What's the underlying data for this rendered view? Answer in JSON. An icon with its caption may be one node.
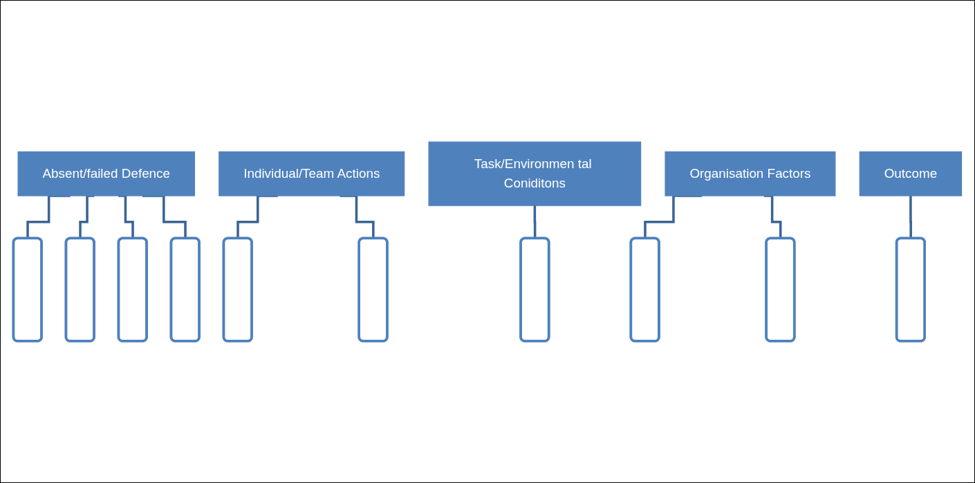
{
  "diagram": {
    "nodes": [
      {
        "text": [
          "Absent/failed Defence"
        ]
      },
      {
        "text": [],
        "shape": "box"
      },
      {
        "text": [],
        "shape": "box"
      },
      {
        "text": [],
        "shape": "box"
      },
      {
        "text": [],
        "shape": "box"
      },
      {
        "text": [
          "Individual/Team Actions"
        ]
      },
      {
        "text": [],
        "shape": "box"
      },
      {
        "text": [],
        "shape": "box"
      },
      {
        "text": [
          "Task/Environmen tal Coniditons"
        ]
      },
      {
        "text": [],
        "shape": "box"
      },
      {
        "text": [
          "Organisation Factors"
        ]
      },
      {
        "text": [],
        "shape": "box"
      },
      {
        "text": [],
        "shape": "box"
      },
      {
        "text": [
          "Outcome"
        ]
      },
      {
        "text": [],
        "shape": "box"
      }
    ],
    "edges": [
      {
        "from": 0,
        "to": 1,
        "arrow": "none"
      },
      {
        "from": 0,
        "to": 2,
        "arrow": "none"
      },
      {
        "from": 0,
        "to": 3,
        "arrow": "none"
      },
      {
        "from": 0,
        "to": 4,
        "arrow": "none"
      },
      {
        "from": 5,
        "to": 6,
        "arrow": "none"
      },
      {
        "from": 5,
        "to": 7,
        "arrow": "none"
      },
      {
        "from": 8,
        "to": 9,
        "arrow": "none"
      },
      {
        "from": 10,
        "to": 11,
        "arrow": "none"
      },
      {
        "from": 10,
        "to": 12,
        "arrow": "none"
      },
      {
        "from": 13,
        "to": 14,
        "arrow": "none"
      }
    ]
  }
}
